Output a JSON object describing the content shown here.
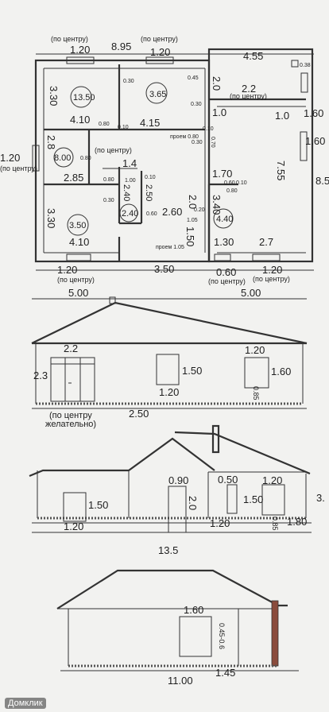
{
  "plan": {
    "dims_top": [
      "1.20",
      "8.95",
      "1.20",
      "4.55",
      "0.38"
    ],
    "center_notes": [
      "(по центру)",
      "(по центру)",
      "(по центру)",
      "(по центру)",
      "(по центру)",
      "(по центру)",
      "(по центру)"
    ],
    "rooms": [
      "13.50",
      "3.65",
      "8.00",
      "2.40",
      "3.50",
      "4.40"
    ],
    "dims_inner": [
      "3.30",
      "4.10",
      "0.30",
      "0.45",
      "2.0",
      "2.2",
      "0.30",
      "1.0",
      "1.0",
      "1.60",
      "1.60",
      "4.15",
      "0.80",
      "0.10",
      "0.10",
      "0.30",
      "0.70",
      "2.8",
      "0.80",
      "2.85",
      "7.55",
      "8.5",
      "1.4",
      "0.80",
      "1.00",
      "0.10",
      "2.40",
      "2.50",
      "1.70",
      "0.60",
      "0.10",
      "0.30",
      "0.60",
      "2.60",
      "0.20",
      "2.0",
      "3.40",
      "1.05",
      "3.30",
      "4.10",
      "1.50",
      "1.30",
      "2.7",
      "0.80"
    ],
    "openings": [
      "проем 0.80",
      "проем 1.05"
    ],
    "dims_bottom": [
      "1.20",
      "3.50",
      "0.60",
      "1.20",
      "5.00",
      "5.00"
    ]
  },
  "elevation1": {
    "labels": [
      "2.2",
      "2.3",
      "1.20",
      "1.50",
      "1.20",
      "1.60",
      "0.85",
      "2.50"
    ],
    "note_line1": "(по центру",
    "note_line2": "желательно)"
  },
  "elevation2": {
    "labels": [
      "1.50",
      "1.20",
      "0.90",
      "2.0",
      "0.50",
      "1.20",
      "1.50",
      "1.20",
      "0.85",
      "1.80",
      "3.",
      "13.5"
    ]
  },
  "elevation3": {
    "labels": [
      "1.60",
      "0.45-0.6",
      "11.00",
      "1.45"
    ]
  },
  "watermark": "Домклик",
  "colors": {
    "ink": "#1e1e1e",
    "paper": "#f2f2f0",
    "brick": "#8a4b3c"
  }
}
